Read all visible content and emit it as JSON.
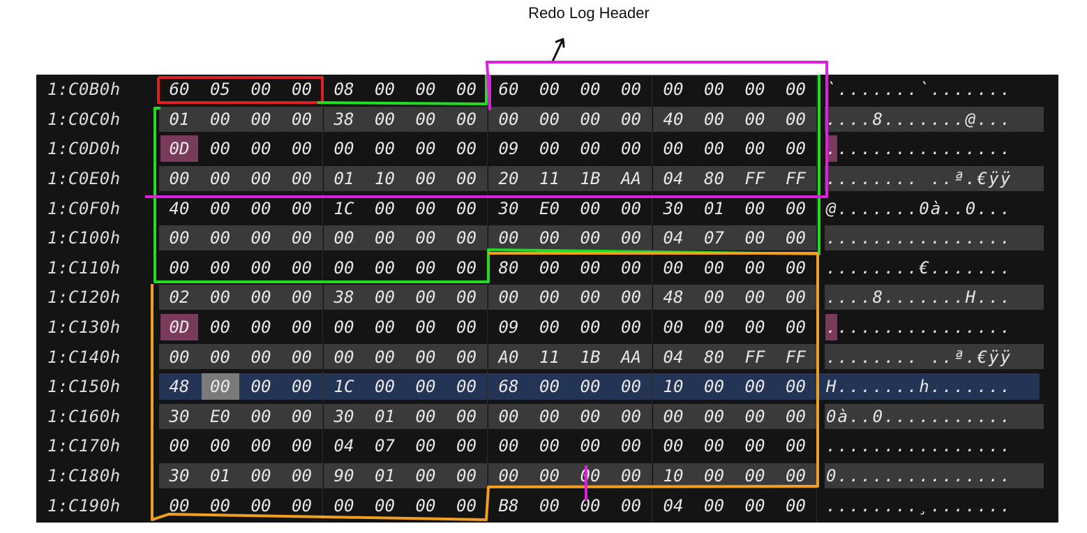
{
  "annotation": {
    "title": "Redo Log Header"
  },
  "hex_rows": [
    {
      "addr": "1:C0B0h",
      "bytes": [
        "60",
        "05",
        "00",
        "00",
        "08",
        "00",
        "00",
        "00",
        "60",
        "00",
        "00",
        "00",
        "00",
        "00",
        "00",
        "00"
      ],
      "ascii": "`.......`......."
    },
    {
      "addr": "1:C0C0h",
      "bytes": [
        "01",
        "00",
        "00",
        "00",
        "38",
        "00",
        "00",
        "00",
        "00",
        "00",
        "00",
        "00",
        "40",
        "00",
        "00",
        "00"
      ],
      "ascii": "....8.......@..."
    },
    {
      "addr": "1:C0D0h",
      "bytes": [
        "0D",
        "00",
        "00",
        "00",
        "00",
        "00",
        "00",
        "00",
        "09",
        "00",
        "00",
        "00",
        "00",
        "00",
        "00",
        "00"
      ],
      "ascii": "................"
    },
    {
      "addr": "1:C0E0h",
      "bytes": [
        "00",
        "00",
        "00",
        "00",
        "01",
        "10",
        "00",
        "00",
        "20",
        "11",
        "1B",
        "AA",
        "04",
        "80",
        "FF",
        "FF"
      ],
      "ascii": "........ ..ª.€ÿÿ"
    },
    {
      "addr": "1:C0F0h",
      "bytes": [
        "40",
        "00",
        "00",
        "00",
        "1C",
        "00",
        "00",
        "00",
        "30",
        "E0",
        "00",
        "00",
        "30",
        "01",
        "00",
        "00"
      ],
      "ascii": "@.......0à..0..."
    },
    {
      "addr": "1:C100h",
      "bytes": [
        "00",
        "00",
        "00",
        "00",
        "00",
        "00",
        "00",
        "00",
        "00",
        "00",
        "00",
        "00",
        "04",
        "07",
        "00",
        "00"
      ],
      "ascii": "................"
    },
    {
      "addr": "1:C110h",
      "bytes": [
        "00",
        "00",
        "00",
        "00",
        "00",
        "00",
        "00",
        "00",
        "80",
        "00",
        "00",
        "00",
        "00",
        "00",
        "00",
        "00"
      ],
      "ascii": "........€......."
    },
    {
      "addr": "1:C120h",
      "bytes": [
        "02",
        "00",
        "00",
        "00",
        "38",
        "00",
        "00",
        "00",
        "00",
        "00",
        "00",
        "00",
        "48",
        "00",
        "00",
        "00"
      ],
      "ascii": "....8.......H..."
    },
    {
      "addr": "1:C130h",
      "bytes": [
        "0D",
        "00",
        "00",
        "00",
        "00",
        "00",
        "00",
        "00",
        "09",
        "00",
        "00",
        "00",
        "00",
        "00",
        "00",
        "00"
      ],
      "ascii": "................"
    },
    {
      "addr": "1:C140h",
      "bytes": [
        "00",
        "00",
        "00",
        "00",
        "00",
        "00",
        "00",
        "00",
        "A0",
        "11",
        "1B",
        "AA",
        "04",
        "80",
        "FF",
        "FF"
      ],
      "ascii": "........ ..ª.€ÿÿ"
    },
    {
      "addr": "1:C150h",
      "bytes": [
        "48",
        "00",
        "00",
        "00",
        "1C",
        "00",
        "00",
        "00",
        "68",
        "00",
        "00",
        "00",
        "10",
        "00",
        "00",
        "00"
      ],
      "ascii": "H.......h......."
    },
    {
      "addr": "1:C160h",
      "bytes": [
        "30",
        "E0",
        "00",
        "00",
        "30",
        "01",
        "00",
        "00",
        "00",
        "00",
        "00",
        "00",
        "00",
        "00",
        "00",
        "00"
      ],
      "ascii": "0à..0..........."
    },
    {
      "addr": "1:C170h",
      "bytes": [
        "00",
        "00",
        "00",
        "00",
        "04",
        "07",
        "00",
        "00",
        "00",
        "00",
        "00",
        "00",
        "00",
        "00",
        "00",
        "00"
      ],
      "ascii": "................"
    },
    {
      "addr": "1:C180h",
      "bytes": [
        "30",
        "01",
        "00",
        "00",
        "90",
        "01",
        "00",
        "00",
        "00",
        "00",
        "00",
        "00",
        "10",
        "00",
        "00",
        "00"
      ],
      "ascii": "0..............."
    },
    {
      "addr": "1:C190h",
      "bytes": [
        "00",
        "00",
        "00",
        "00",
        "00",
        "00",
        "00",
        "00",
        "B8",
        "00",
        "00",
        "00",
        "04",
        "00",
        "00",
        "00"
      ],
      "ascii": "........¸......."
    }
  ],
  "selected_row": "1:C150h",
  "highlighted_bytes": [
    {
      "row": "1:C0D0h",
      "byte_index": 0
    },
    {
      "row": "1:C130h",
      "byte_index": 0
    }
  ],
  "cursor_byte": {
    "row": "1:C150h",
    "byte_index": 1
  },
  "colors": {
    "background": "#141414",
    "band": "#3a3a3a",
    "selection": "#243454",
    "byte_highlight": "#7a3a5c",
    "cursor": "#7a7a7a",
    "outline_red": "#e02020",
    "outline_green": "#22dd22",
    "outline_magenta": "#e01ee0",
    "outline_orange": "#f0a020",
    "annotation_text": "#111111"
  }
}
